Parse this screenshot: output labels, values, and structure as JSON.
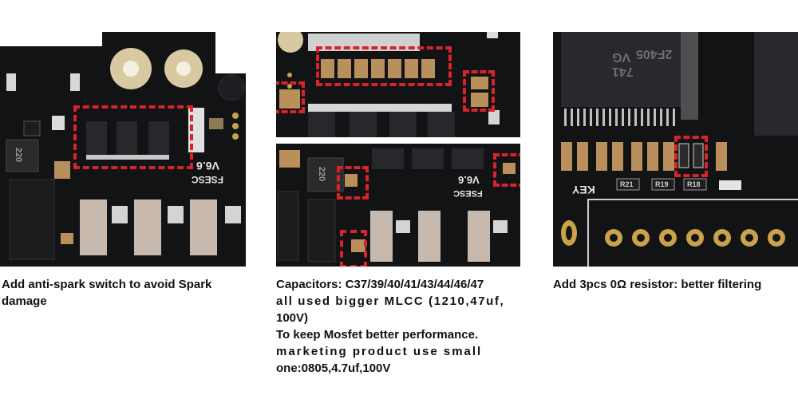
{
  "panels": {
    "left": {
      "board_label_1": "FSESC",
      "board_label_2": "V6.6",
      "chip_label": "220",
      "caption_lines": [
        "Add anti-spark switch to avoid Spark",
        "damage"
      ]
    },
    "middle": {
      "board_label_1": "FSESC",
      "board_label_2": "V6.6",
      "chip_label": "220",
      "caption_lines": [
        "Capacitors: C37/39/40/41/43/44/46/47",
        "all used bigger MLCC (1210,47uf,",
        "100V)",
        "To keep Mosfet better performance.",
        "marketing product use small",
        "one:0805,4.7uf,100V"
      ]
    },
    "right": {
      "chip_text_1": "2F405",
      "chip_text_2": "VG",
      "chip_text_3": "741",
      "silk_key": "KEY",
      "resistor_labels": [
        "R21",
        "R19",
        "R18"
      ],
      "caption_lines": [
        "Add 3pcs 0Ω resistor: better filtering"
      ]
    }
  },
  "colors": {
    "highlight": "#d9232a",
    "pcb": "#111214",
    "ceramic": "#b98f5c",
    "pad": "#c9a24a"
  }
}
